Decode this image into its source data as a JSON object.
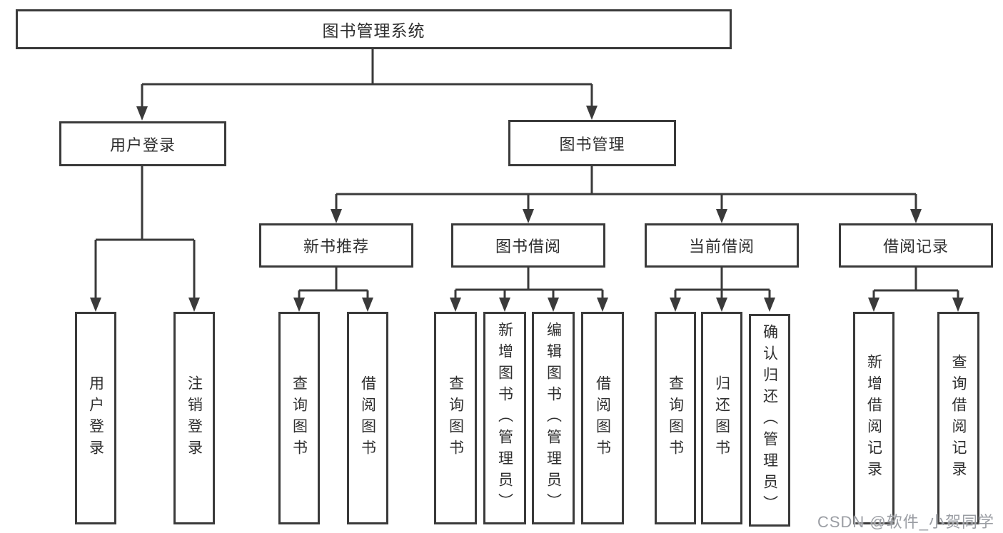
{
  "colors": {
    "line": "#3a3a3a",
    "text": "#2f2f2f",
    "watermark": "#9a9da3",
    "background": "#ffffff"
  },
  "root": {
    "label": "图书管理系统"
  },
  "level2": {
    "user_login": {
      "label": "用户登录"
    },
    "book_management": {
      "label": "图书管理"
    }
  },
  "level3": {
    "new_book": {
      "label": "新书推荐"
    },
    "book_borrow": {
      "label": "图书借阅"
    },
    "current_borrow": {
      "label": "当前借阅"
    },
    "borrow_record": {
      "label": "借阅记录"
    }
  },
  "leaves": {
    "user_login": [
      "用户登录",
      "注销登录"
    ],
    "new_book": [
      "查询图书",
      "借阅图书"
    ],
    "book_borrow": [
      "查询图书",
      "新增图书（管理员）",
      "编辑图书（管理员）",
      "借阅图书"
    ],
    "current_borrow": [
      "查询图书",
      "归还图书",
      "确认归还（管理员）"
    ],
    "borrow_record": [
      "新增借阅记录",
      "查询借阅记录"
    ]
  },
  "watermark": "CSDN @软件_小贺同学"
}
